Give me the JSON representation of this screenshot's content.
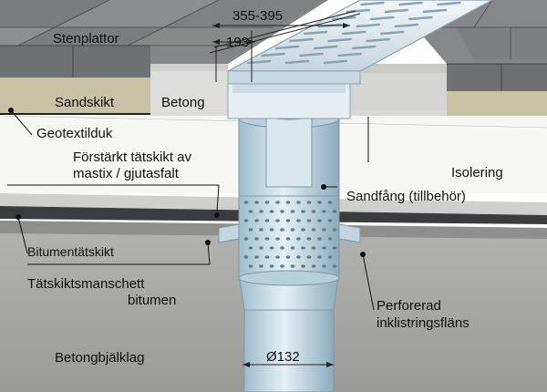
{
  "labels": {
    "stenplattor": "Stenplattor",
    "sandskikt": "Sandskikt",
    "betong": "Betong",
    "geotextilduk": "Geotextilduk",
    "forstarkt_line1": "Förstärkt tätskikt av",
    "forstarkt_line2": "mastix / gjutasfalt",
    "isolering": "Isolering",
    "sandfang": "Sandfång (tillbehör)",
    "bitumentatskikt": "Bitumentätskikt",
    "manschett_line1": "Tätskiktsmanschett",
    "manschett_line2": "bitumen",
    "perforerad_line1": "Perforerad",
    "perforerad_line2": "inklistringsfläns",
    "betongbjalklag": "Betongbjälklag"
  },
  "dimensions": {
    "width_range": "355-395",
    "width_inner": "193",
    "pipe_diameter": "Ø132"
  },
  "colors": {
    "paving": "#8e8f90",
    "paving_dark": "#6f7071",
    "sand": "#c9c5a9",
    "concrete": "#d8d8d6",
    "insulation": "#f7f7f3",
    "membrane": "#3a3b3c",
    "slab": "#a9aaa8",
    "drain": "#c9dce6",
    "drain_dark": "#8fb0c2"
  }
}
